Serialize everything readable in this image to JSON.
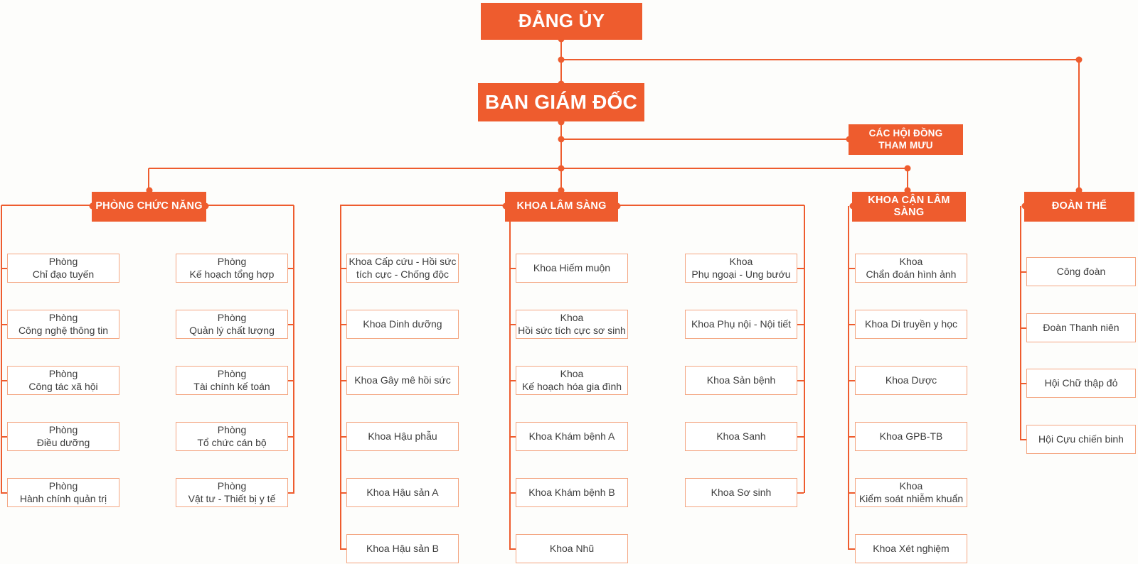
{
  "colors": {
    "accent": "#ee5c2e",
    "line": "#ee5c2e",
    "box_border": "#f4a682",
    "box_text": "#3d3d3d",
    "bg": "#fdfdfb"
  },
  "top": {
    "dang_uy": "ĐẢNG ỦY",
    "ban_giam_doc": "BAN GIÁM ĐỐC",
    "cac_hoi_dong": "CÁC HỘI ĐỒNG\nTHAM MƯU"
  },
  "branches": {
    "phong_chuc_nang": {
      "title": "PHÒNG CHỨC NĂNG",
      "col_a": [
        "Phòng\nChỉ đạo tuyến",
        "Phòng\nCông nghệ thông tin",
        "Phòng\nCông tác xã hội",
        "Phòng\nĐiều dưỡng",
        "Phòng\nHành chính quản trị"
      ],
      "col_b": [
        "Phòng\nKế hoạch tổng hợp",
        "Phòng\nQuản lý chất lượng",
        "Phòng\nTài chính kế toán",
        "Phòng\nTổ chức cán bộ",
        "Phòng\nVật tư - Thiết bị y tế"
      ]
    },
    "khoa_lam_sang": {
      "title": "KHOA LÂM SÀNG",
      "col_1": [
        "Khoa Cấp cứu - Hồi sức\ntích cực - Chống độc",
        "Khoa Dinh dưỡng",
        "Khoa Gây mê hồi sức",
        "Khoa Hậu phẫu",
        "Khoa Hậu sản A",
        "Khoa Hậu sản B"
      ],
      "col_2": [
        "Khoa Hiếm muộn",
        "Khoa\nHồi sức tích cực sơ sinh",
        "Khoa\nKế hoạch hóa gia đình",
        "Khoa Khám bệnh A",
        "Khoa Khám bệnh B",
        "Khoa Nhũ"
      ],
      "col_3": [
        "Khoa\nPhụ ngoại - Ung bướu",
        "Khoa Phụ nội - Nội tiết",
        "Khoa Sản bệnh",
        "Khoa Sanh",
        "Khoa Sơ sinh"
      ]
    },
    "khoa_can_lam_sang": {
      "title": "KHOA CẬN LÂM SÀNG",
      "items": [
        "Khoa\nChẩn đoán hình ảnh",
        "Khoa Di truyền y học",
        "Khoa Dược",
        "Khoa GPB-TB",
        "Khoa\nKiểm soát nhiễm khuẩn",
        "Khoa Xét nghiệm"
      ]
    },
    "doan_the": {
      "title": "ĐOÀN THỂ",
      "items": [
        "Công đoàn",
        "Đoàn Thanh niên",
        "Hội Chữ thập đỏ",
        "Hội Cựu chiến binh"
      ]
    }
  }
}
